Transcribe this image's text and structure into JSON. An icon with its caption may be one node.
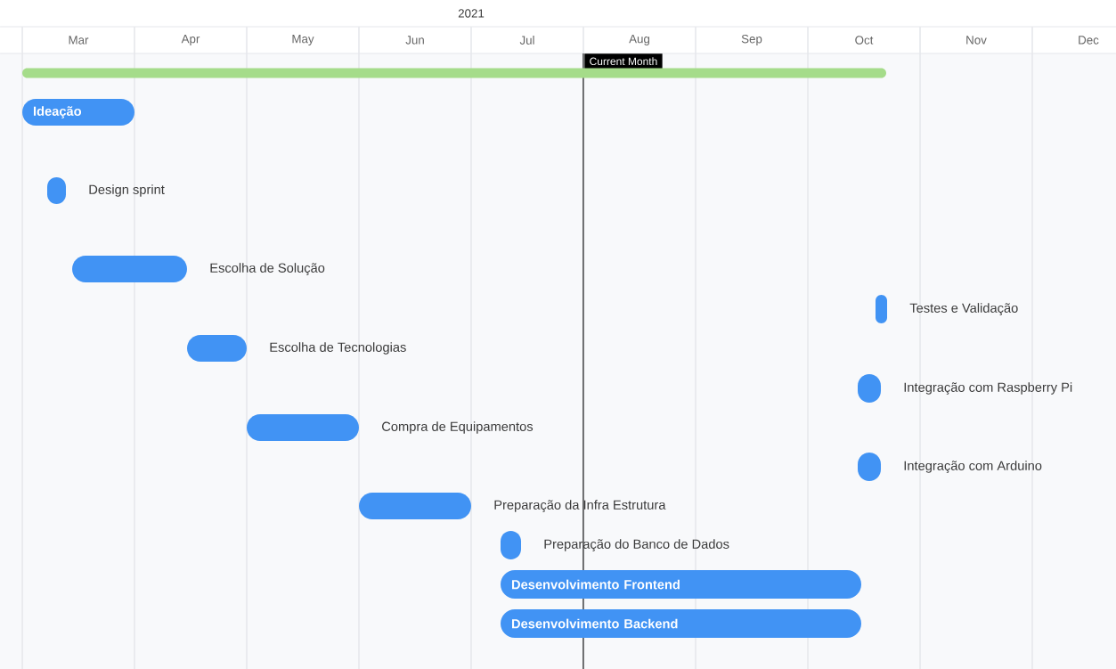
{
  "diagram": {
    "nodes": [
      {
        "text": [],
        "shape": "bar"
      },
      {
        "text": [
          "Ideação"
        ]
      },
      {
        "text": [],
        "shape": "bar",
        "beside": [
          "Design sprint"
        ]
      },
      {
        "text": [],
        "shape": "bar",
        "beside": [
          "Escolha de Solução"
        ]
      },
      {
        "text": [],
        "shape": "bar",
        "beside": [
          "Testes e Validação"
        ]
      },
      {
        "text": [],
        "shape": "bar",
        "beside": [
          "Escolha de Tecnologias"
        ]
      },
      {
        "text": [],
        "shape": "bar",
        "beside": [
          "Integração com Raspberry Pi"
        ]
      },
      {
        "text": [],
        "shape": "bar",
        "beside": [
          "Compra de Equipamentos"
        ]
      },
      {
        "text": [],
        "shape": "bar",
        "beside": [
          "Integração com Arduino"
        ]
      },
      {
        "text": [],
        "shape": "bar",
        "beside": [
          "Preparação da Infra Estrutura"
        ]
      },
      {
        "text": [],
        "shape": "bar",
        "beside": [
          "Preparação do Banco de Dados"
        ]
      },
      {
        "text": [
          "Desenvolvimento Frontend"
        ]
      },
      {
        "text": [
          "Desenvolvimento Backend"
        ]
      }
    ],
    "labels": [
      "2021",
      "Mar",
      "Apr",
      "May",
      "Jun",
      "Jul",
      "Aug",
      "Sep",
      "Oct",
      "Nov",
      "Dec",
      "Current Month"
    ]
  }
}
